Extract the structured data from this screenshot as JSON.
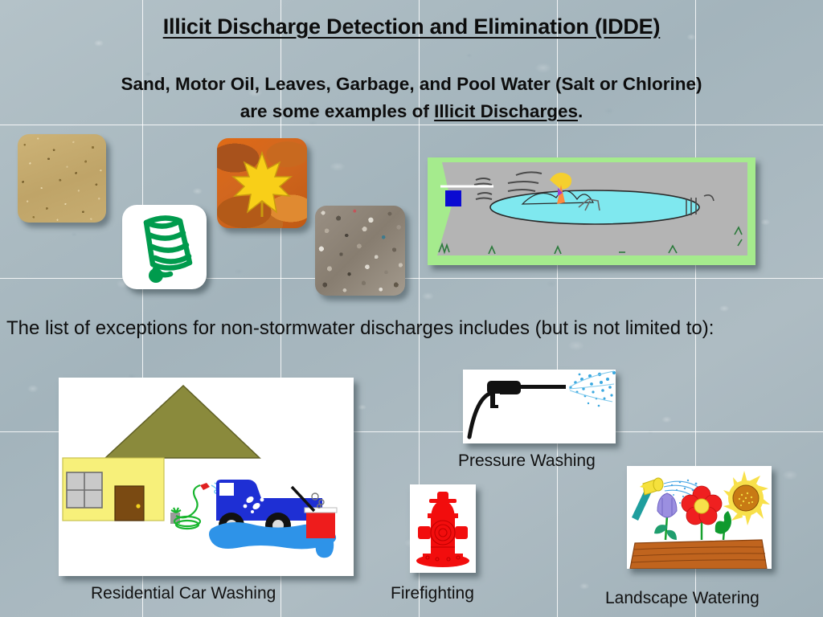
{
  "slide": {
    "title": "Illicit Discharge Detection and Elimination (IDDE)",
    "subtitle_line1": "Sand, Motor Oil, Leaves, Garbage, and Pool Water (Salt or Chlorine)",
    "subtitle_line2_before": "are some examples of ",
    "subtitle_line2_underlined": "Illicit Discharges",
    "subtitle_line2_after": ".",
    "body_text": "The list of exceptions for non-stormwater discharges includes (but is not limited to):"
  },
  "examples": [
    {
      "name": "sand",
      "label": "Sand"
    },
    {
      "name": "motor-oil",
      "label": "Motor Oil"
    },
    {
      "name": "leaves",
      "label": "Leaves"
    },
    {
      "name": "garbage",
      "label": "Garbage"
    },
    {
      "name": "pool-water",
      "label": "Pool Water"
    }
  ],
  "exceptions": [
    {
      "name": "residential-car-washing",
      "caption": "Residential Car Washing"
    },
    {
      "name": "pressure-washing",
      "caption": "Pressure Washing"
    },
    {
      "name": "firefighting",
      "caption": "Firefighting"
    },
    {
      "name": "landscape-watering",
      "caption": "Landscape Watering"
    }
  ],
  "colors": {
    "background": "#a9b9c1",
    "gridline": "#ffffff",
    "text": "#0d0d0d",
    "oil_drum_green": "#009b4d",
    "pool_water": "#7fe8ef",
    "grass_green": "#a4eb8f",
    "patio_gray": "#b3b3b3",
    "house_wall_yellow": "#f7f07a",
    "house_roof_olive": "#8a8a3c",
    "door_brown": "#7a4a12",
    "truck_blue": "#1e2fd4",
    "puddle_blue": "#2e93e8",
    "bucket_red": "#ee1c1c",
    "hydrant_red": "#f20d0d",
    "spray_blue": "#2f9fe0",
    "sprinkler_yellow": "#f5e13c",
    "flower_red": "#ef2020",
    "flower_purple": "#9b8fe0",
    "sunflower_yellow": "#f8e04a",
    "sunflower_center": "#c87a14",
    "soil_brown": "#c0641e",
    "leaf_green": "#0f9a2e"
  }
}
